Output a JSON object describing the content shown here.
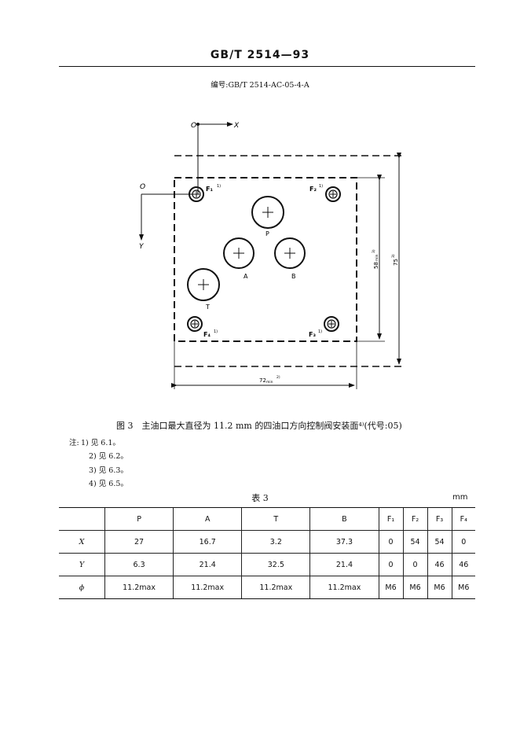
{
  "header": {
    "standard": "GB/T 2514—93"
  },
  "drawing_code": "编号:GB/T 2514-AC-05-4-A",
  "figure": {
    "origin_top": "O",
    "x_axis": "X",
    "origin_left": "O",
    "y_axis": "Y",
    "ports": {
      "P": "P",
      "A": "A",
      "B": "B",
      "T": "T"
    },
    "bolts": {
      "F1": "F₁",
      "F2": "F₂",
      "F3": "F₃",
      "F4": "F₄"
    },
    "bolt_note": "1)",
    "dims": {
      "width_value": "72",
      "width_sub": "min",
      "width_note": "2)",
      "height_inner_value": "58",
      "height_inner_sub": "min",
      "height_inner_note": "3)",
      "height_outer_value": "75",
      "height_outer_note": "3)"
    }
  },
  "caption": "图 3　主油口最大直径为 11.2 mm 的四油口方向控制阀安装面⁴⁾(代号:05)",
  "notes": {
    "label": "注:",
    "items": [
      "1) 见 6.1。",
      "2) 见 6.2。",
      "3) 见 6.3。",
      "4) 见 6.5。"
    ]
  },
  "table": {
    "title": "表 3",
    "unit": "mm",
    "headers": [
      "",
      "P",
      "A",
      "T",
      "B",
      "F₁",
      "F₂",
      "F₃",
      "F₄"
    ],
    "rows": [
      {
        "label": "X",
        "cells": [
          "27",
          "16.7",
          "3.2",
          "37.3",
          "0",
          "54",
          "54",
          "0"
        ]
      },
      {
        "label": "Y",
        "cells": [
          "6.3",
          "21.4",
          "32.5",
          "21.4",
          "0",
          "0",
          "46",
          "46"
        ]
      },
      {
        "label": "ϕ",
        "cells": [
          "11.2max",
          "11.2max",
          "11.2max",
          "11.2max",
          "M6",
          "M6",
          "M6",
          "M6"
        ]
      }
    ]
  }
}
